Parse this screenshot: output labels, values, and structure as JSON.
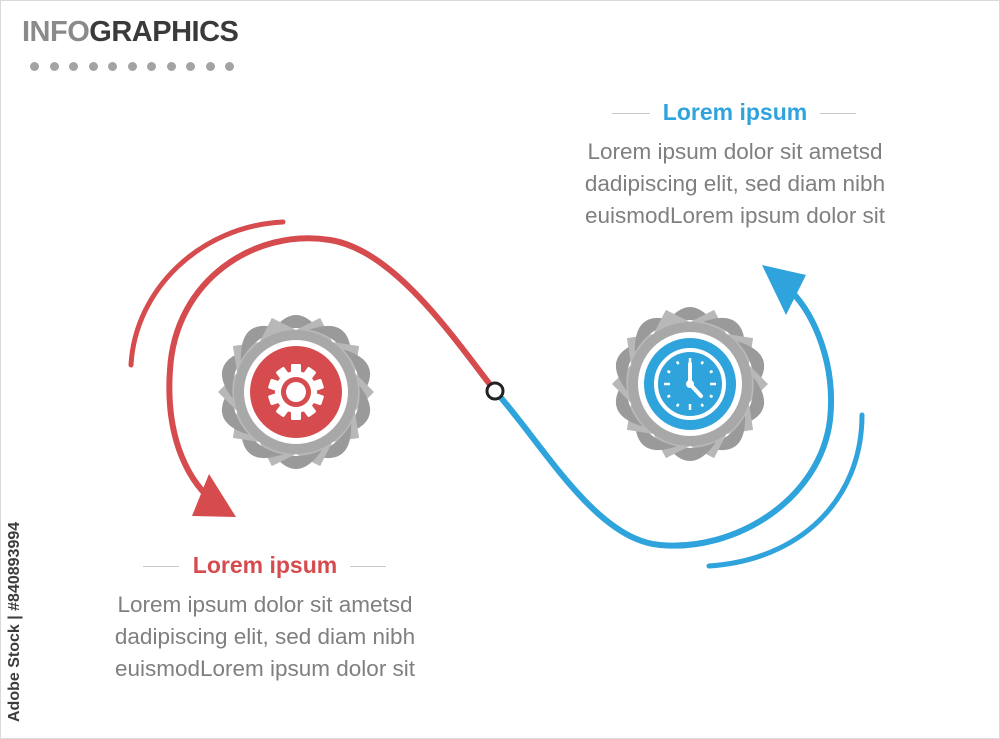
{
  "title": {
    "part1": "INFO",
    "part2": "GRAPHICS"
  },
  "colors": {
    "red": "#d54b4e",
    "blue": "#2fa3dc",
    "gray": "#9a9a9a",
    "text": "#7f7f7f"
  },
  "steps": [
    {
      "heading": "Lorem ipsum",
      "text_lines": [
        "Lorem ipsum dolor sit ametsd",
        "dadipiscing elit, sed diam nibh",
        "euismodLorem ipsum dolor sit"
      ],
      "icon": "gear-icon",
      "color": "red"
    },
    {
      "heading": "Lorem ipsum",
      "text_lines": [
        "Lorem ipsum dolor sit ametsd",
        "dadipiscing elit, sed diam nibh",
        "euismodLorem ipsum dolor sit"
      ],
      "icon": "clock-icon",
      "color": "blue"
    }
  ],
  "credit": "Adobe Stock | #840893994"
}
